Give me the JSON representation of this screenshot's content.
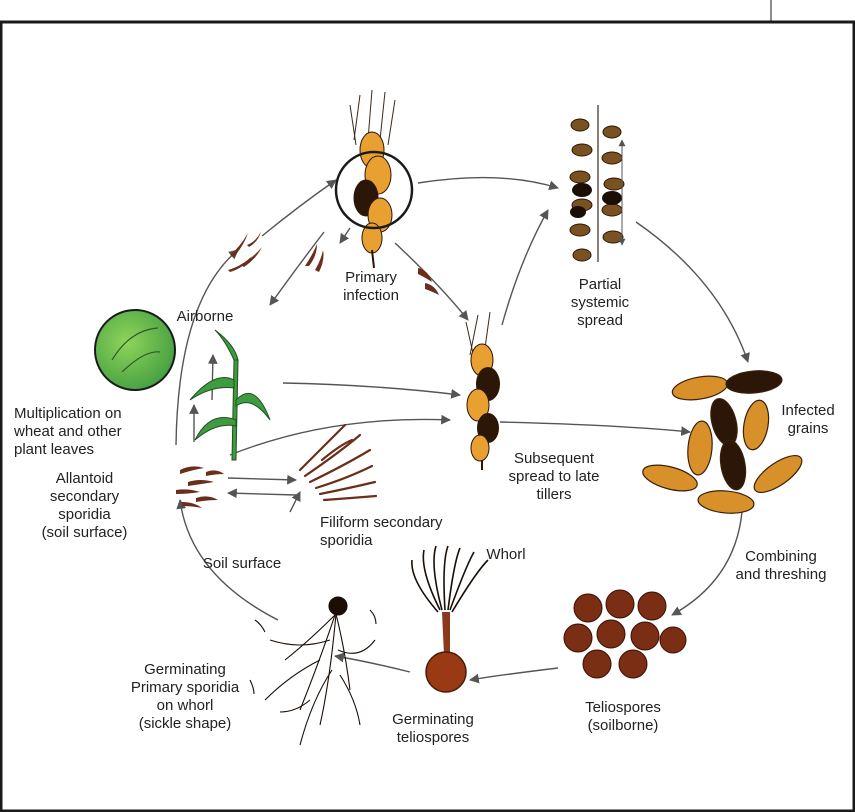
{
  "diagram": {
    "stages": {
      "primary_infection": [
        "Primary",
        "infection"
      ],
      "partial_systemic_spread": [
        "Partial",
        "systemic",
        "spread"
      ],
      "airborne": [
        "Airborne"
      ],
      "multiplication": [
        "Multiplication on",
        "wheat and other",
        "plant leaves"
      ],
      "infected_grains": [
        "Infected",
        "grains"
      ],
      "subsequent_spread": [
        "Subsequent",
        "spread to late",
        "tillers"
      ],
      "allantoid": [
        "Allantoid",
        "secondary",
        "sporidia",
        "(soil surface)"
      ],
      "filiform": [
        "Filiform secondary",
        "sporidia"
      ],
      "soil_surface": [
        "Soil surface"
      ],
      "whorl": [
        "Whorl"
      ],
      "combining": [
        "Combining",
        "and threshing"
      ],
      "germinating_primary": [
        "Germinating",
        "Primary sporidia",
        "on whorl",
        "(sickle shape)"
      ],
      "germinating_teliospores": [
        "Germinating",
        "teliospores"
      ],
      "teliospores": [
        "Teliospores",
        "(soilborne)"
      ]
    }
  },
  "colors": {
    "frame": "#1a1a1a",
    "arrow": "#555555",
    "wheat": "#e8a030",
    "infection": "#2b1608",
    "spore": "#6b2e1a",
    "leaf_green": "#3f9b3f",
    "grain": "#d8902a",
    "teliospore": "#7a2e14"
  }
}
